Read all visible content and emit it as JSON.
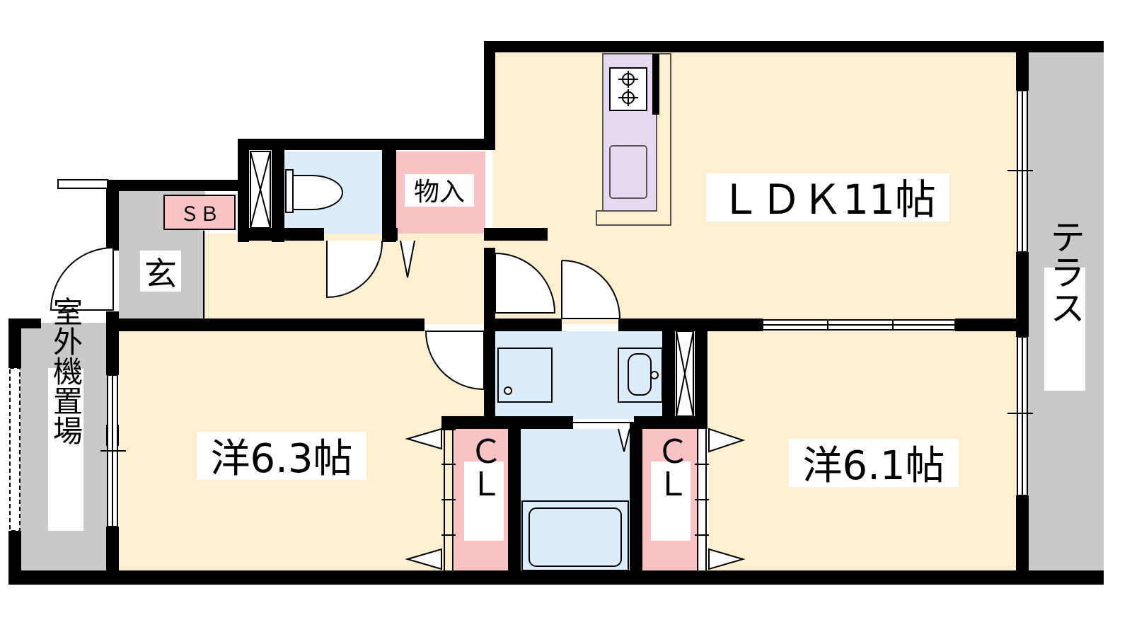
{
  "labels": {
    "ldk": "ＬＤＫ11帖",
    "bedroom_west": "洋6.3帖",
    "bedroom_east": "洋6.1帖",
    "genkan": "玄",
    "shoe_box": "ＳＢ",
    "storage": "物入",
    "closet_1": "ＣＬ",
    "closet_2": "ＣＬ",
    "terrace": "テラス",
    "outdoor_unit": "室外機置場"
  },
  "colors": {
    "room": "#fdf0d0",
    "wet_area": "#dcecfb",
    "closet": "#f9c3c6",
    "kitchen": "#e6d9f0",
    "exterior": "#c9c9c9",
    "wall": "#000000"
  }
}
